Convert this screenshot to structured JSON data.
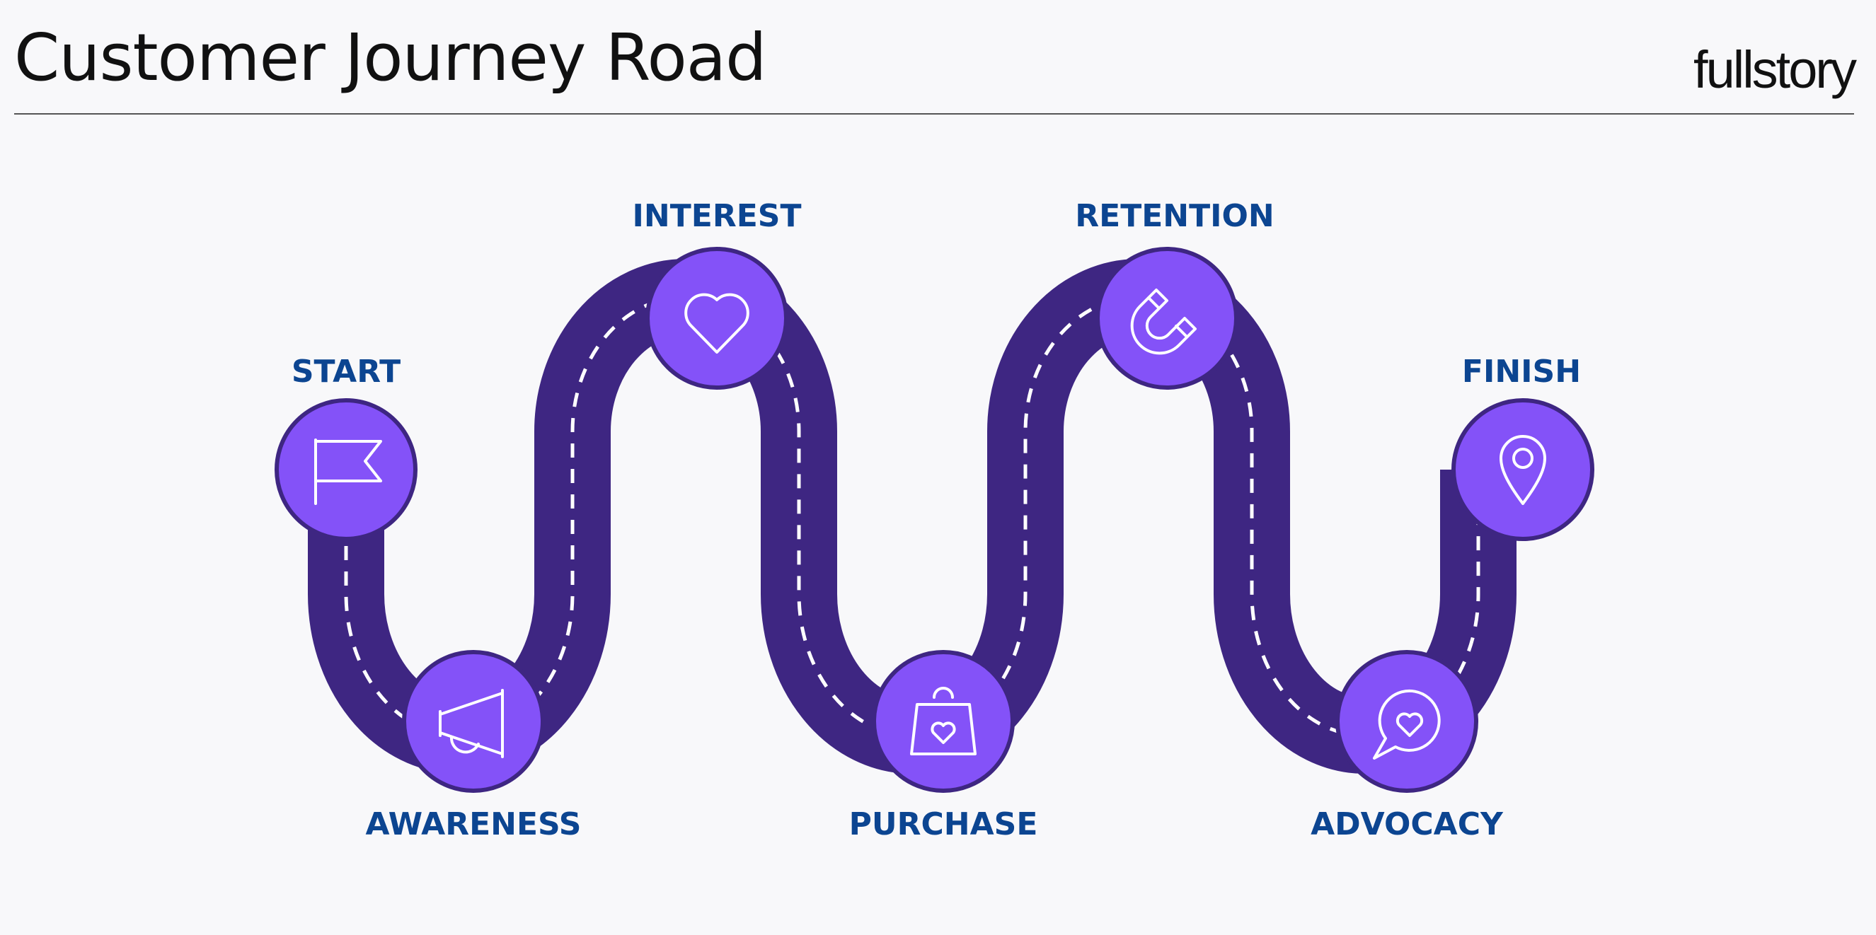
{
  "header": {
    "title": "Customer Journey Road",
    "brand": "fullstory"
  },
  "colors": {
    "road": "#3e2682",
    "node_fill": "#8452f8",
    "node_stroke": "#3e2682",
    "label": "#0c4591",
    "dash": "#ffffff"
  },
  "stages": [
    {
      "label": "START",
      "icon": "flag-icon"
    },
    {
      "label": "AWARENESS",
      "icon": "megaphone-icon"
    },
    {
      "label": "INTEREST",
      "icon": "heart-icon"
    },
    {
      "label": "PURCHASE",
      "icon": "shopping-bag-heart-icon"
    },
    {
      "label": "RETENTION",
      "icon": "magnet-icon"
    },
    {
      "label": "ADVOCACY",
      "icon": "chat-heart-icon"
    },
    {
      "label": "FINISH",
      "icon": "location-pin-icon"
    }
  ]
}
